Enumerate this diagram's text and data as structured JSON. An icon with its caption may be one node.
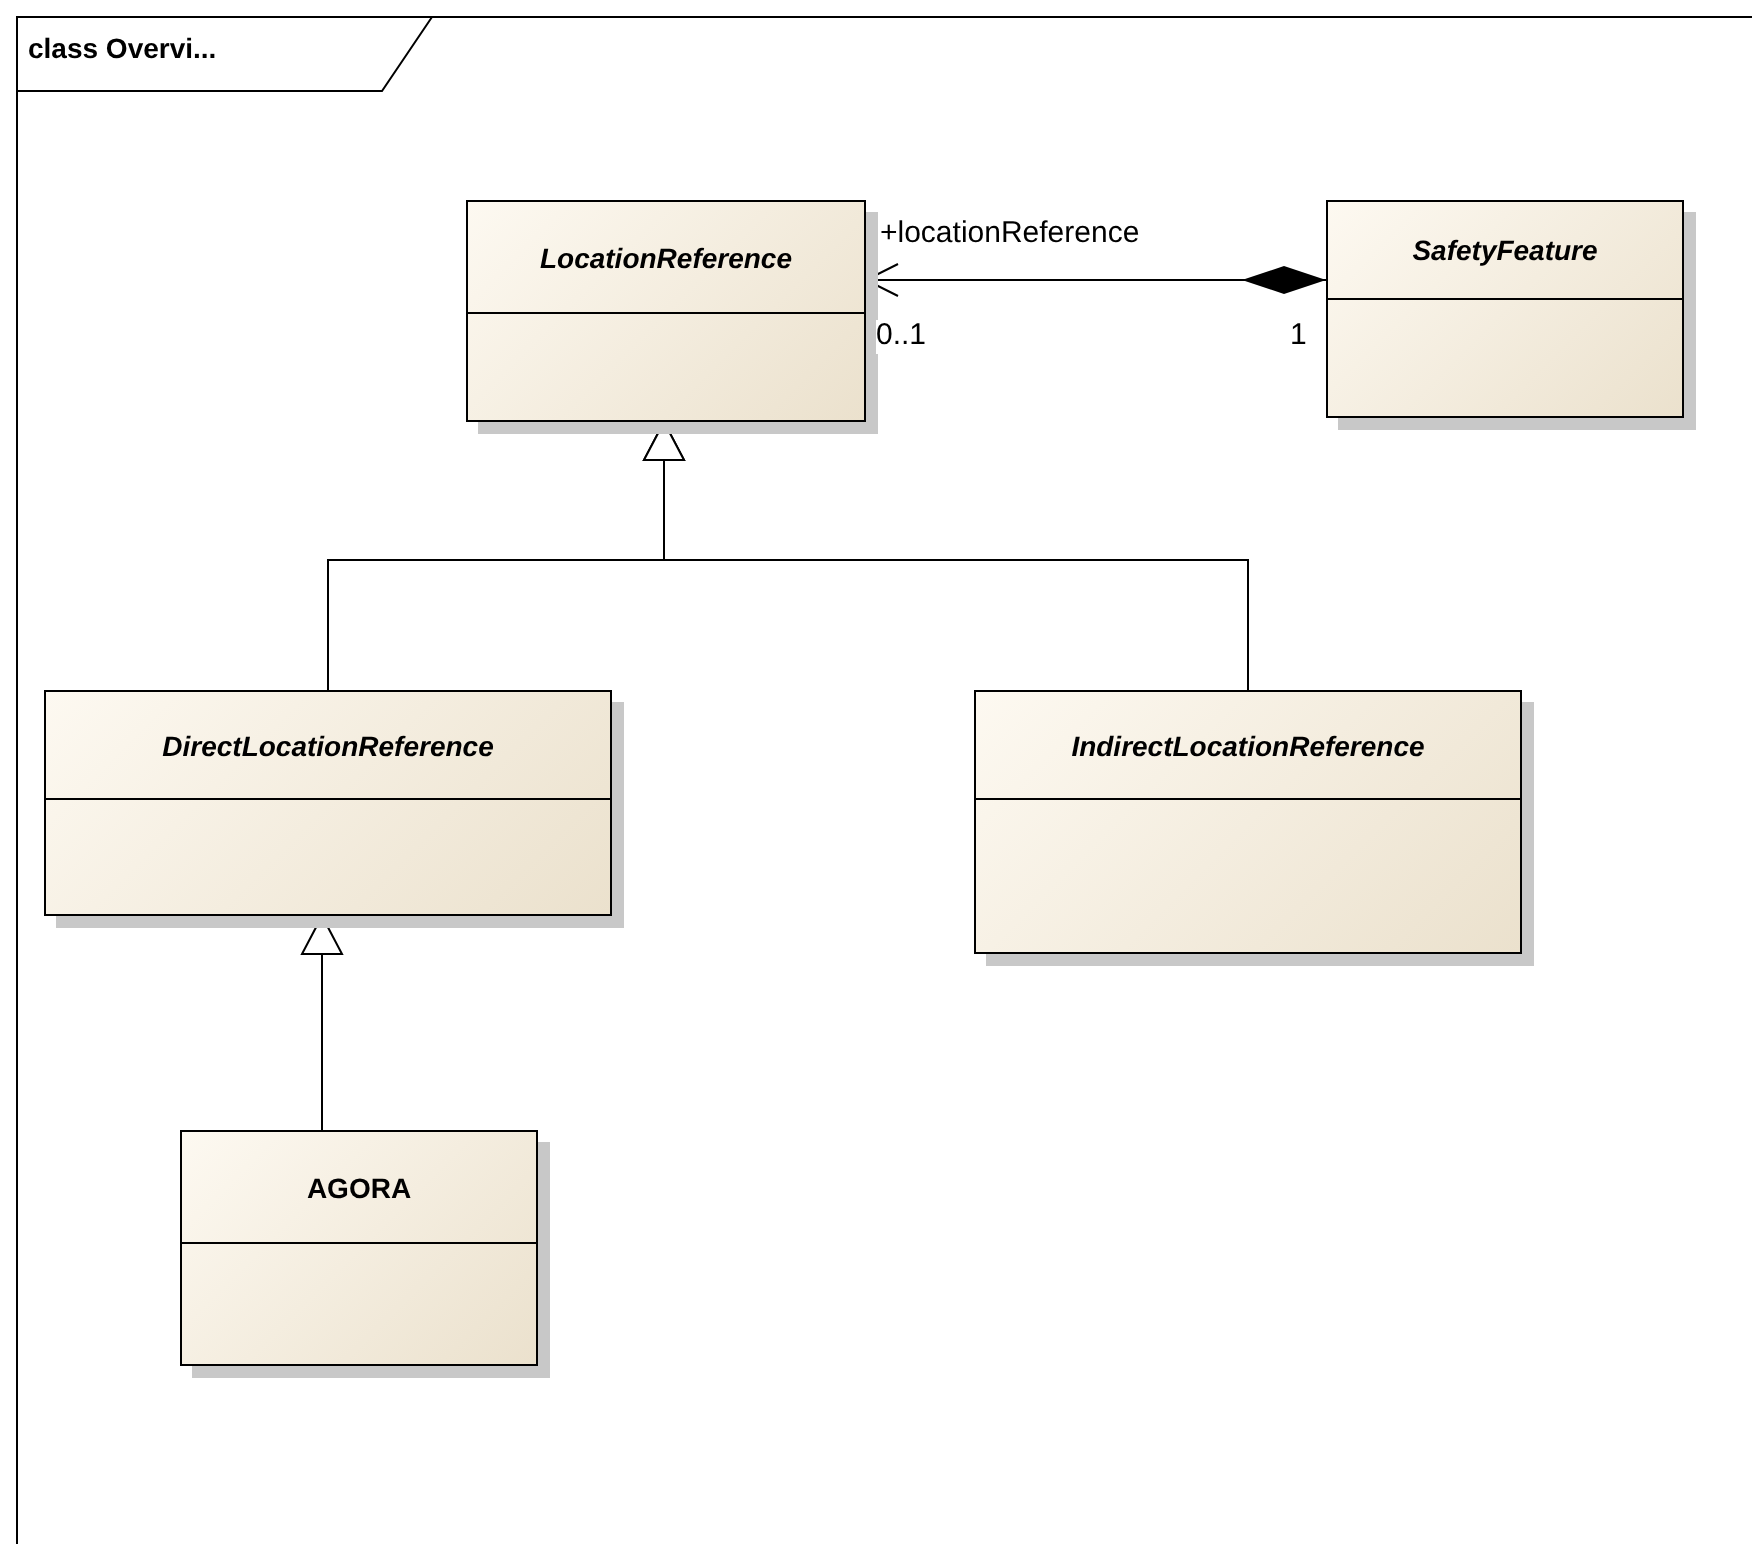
{
  "diagram": {
    "title": "class Overvi...",
    "nodes": [
      {
        "text": [
          "LocationReference"
        ]
      },
      {
        "text": [
          "SafetyFeature"
        ]
      },
      {
        "text": [
          "DirectLocationReference"
        ]
      },
      {
        "text": [
          "IndirectLocationReference"
        ]
      },
      {
        "text": [
          "AGORA"
        ]
      }
    ],
    "edges": [
      {
        "from": 1,
        "to": 0,
        "arrow": "to",
        "label": "+locationReference"
      },
      {
        "from": 2,
        "to": 0,
        "arrow": "to"
      },
      {
        "from": 3,
        "to": 0,
        "arrow": "to"
      },
      {
        "from": 4,
        "to": 2,
        "arrow": "to"
      }
    ],
    "labels": [
      "0..1",
      "1"
    ]
  }
}
